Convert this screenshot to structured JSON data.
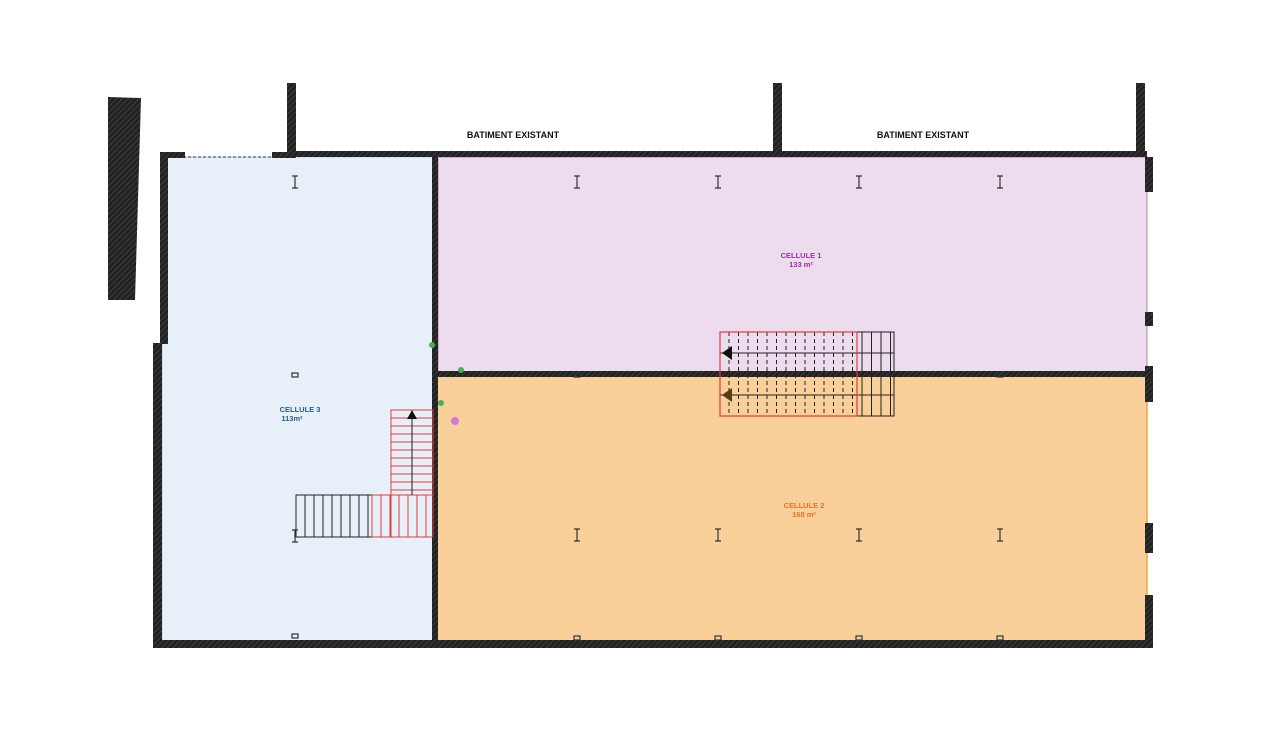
{
  "plan": {
    "existing_building_labels": [
      "BATIMENT EXISTANT",
      "BATIMENT EXISTANT"
    ],
    "cells": [
      {
        "name": "CELLULE 1",
        "area": "133 m²",
        "fill": "#ecdcee",
        "text_color": "#9b2fa0"
      },
      {
        "name": "CELLULE 2",
        "area": "168 m²",
        "fill": "#f9d09a",
        "text_color": "#e8712a"
      },
      {
        "name": "CELLULE 3",
        "area": "113m²",
        "fill": "#e7f0f9",
        "text_color": "#2a5d8f"
      }
    ],
    "colors": {
      "wall": "#2b2b2b",
      "stair_red": "#e23b3b",
      "cell2_border": "#f0a040"
    }
  }
}
